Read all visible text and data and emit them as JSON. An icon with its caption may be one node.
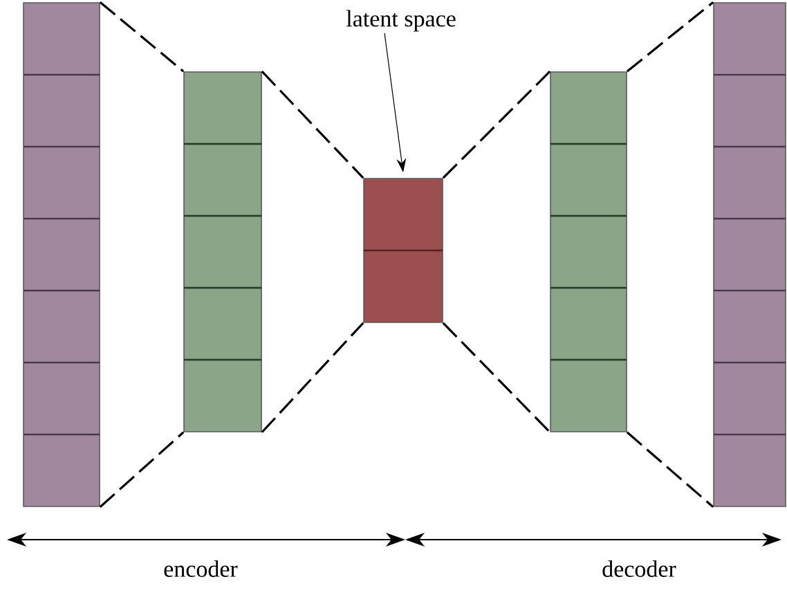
{
  "diagram": {
    "nodes": [
      {
        "text": [],
        "shape": "box"
      },
      {
        "text": [],
        "shape": "box"
      },
      {
        "text": [],
        "shape": "box"
      },
      {
        "text": [],
        "shape": "box"
      },
      {
        "text": [],
        "shape": "box"
      },
      {
        "text": [
          "latent space"
        ]
      }
    ],
    "edges": [
      {
        "from": 0,
        "to": 1,
        "arrow": "none",
        "style": "dashed"
      },
      {
        "from": 0,
        "to": 1,
        "arrow": "none",
        "style": "dashed"
      },
      {
        "from": 1,
        "to": 2,
        "arrow": "none",
        "style": "dashed"
      },
      {
        "from": 1,
        "to": 2,
        "arrow": "none",
        "style": "dashed"
      },
      {
        "from": 2,
        "to": 3,
        "arrow": "none",
        "style": "dashed"
      },
      {
        "from": 2,
        "to": 3,
        "arrow": "none",
        "style": "dashed"
      },
      {
        "from": 3,
        "to": 4,
        "arrow": "none",
        "style": "dashed"
      },
      {
        "from": 3,
        "to": 4,
        "arrow": "none",
        "style": "dashed"
      },
      {
        "from": 5,
        "to": 2,
        "arrow": "to"
      }
    ],
    "labels": [
      "encoder",
      "decoder"
    ]
  }
}
